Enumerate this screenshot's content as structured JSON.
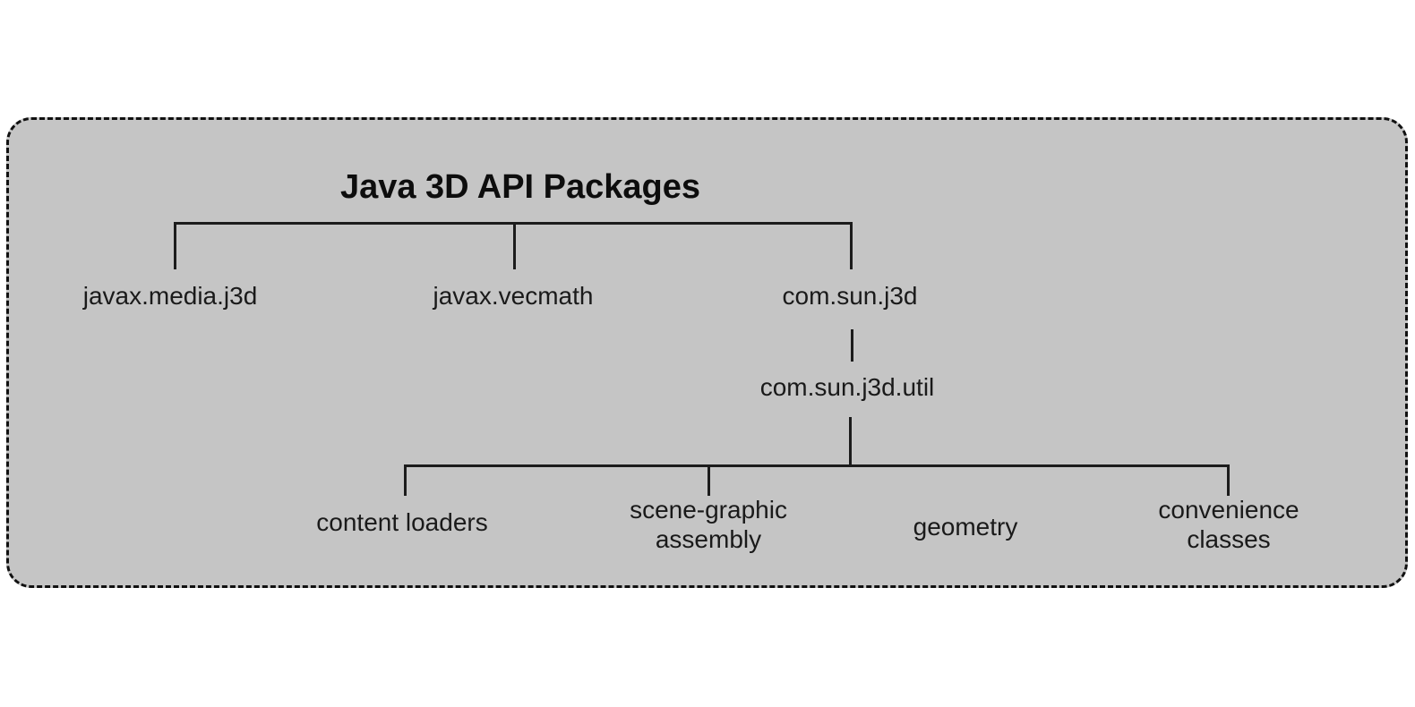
{
  "diagram": {
    "title": "Java 3D API Packages",
    "core_packages": [
      {
        "label": "javax.media.j3d"
      },
      {
        "label": "javax.vecmath"
      },
      {
        "label": "com.sun.j3d"
      }
    ],
    "utility_package": {
      "label": "com.sun.j3d.util"
    },
    "utility_children": [
      {
        "label": "content loaders"
      },
      {
        "label": "scene-graphic\nassembly"
      },
      {
        "label": "geometry"
      },
      {
        "label": "convenience\nclasses"
      }
    ],
    "colors": {
      "panel_fill": "#c5c5c5",
      "panel_border": "#111111",
      "line_color": "#1c1c1c",
      "text_color": "#1a1a1a",
      "page_background": "#ffffff"
    }
  }
}
